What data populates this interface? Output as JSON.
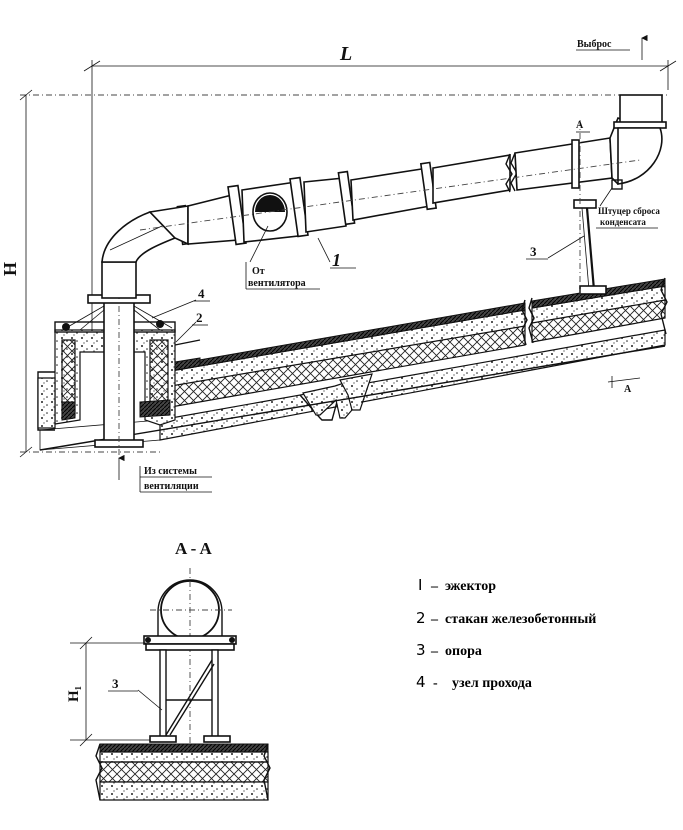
{
  "labels": {
    "dim_l": "L",
    "dim_h": "H",
    "dim_h1": "H₁",
    "vybros": "Выброс",
    "arrow_a": "A",
    "shtucer_line1": "Штуцер сброса",
    "shtucer_line2": "конденсата",
    "ot_line1": "От",
    "ot_line2": "вентилятора",
    "iz_line1": "Из системы",
    "iz_line2": "вентиляции",
    "callout_1": "1",
    "callout_2": "2",
    "callout_3": "3",
    "callout_4": "4",
    "section_title": "A - A",
    "section_callout_3": "3"
  },
  "legend": [
    {
      "num": "I",
      "dash": "–",
      "text": "эжектор"
    },
    {
      "num": "2",
      "dash": "–",
      "text": "стакан железобетонный"
    },
    {
      "num": "3",
      "dash": "–",
      "text": "опора"
    },
    {
      "num": "4",
      "dash": "-",
      "text": "узел прохода"
    }
  ]
}
